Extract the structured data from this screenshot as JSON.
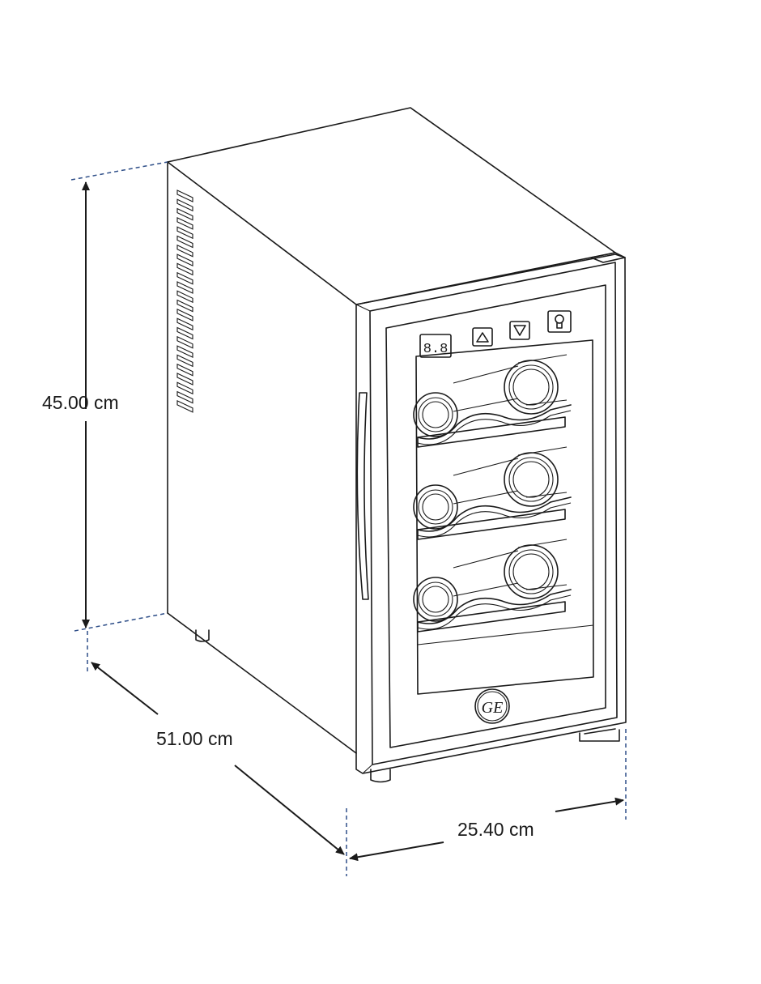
{
  "product": {
    "display_readout": "8.8",
    "logo_monogram": "GE",
    "control_icons": [
      "digital-display-icon",
      "arrow-up-icon",
      "arrow-down-icon",
      "light-bulb-icon"
    ],
    "bottle_rows": 3,
    "bottles_per_row": 2
  },
  "dimensions": {
    "height": "45.00 cm",
    "depth": "51.00 cm",
    "width": "25.40 cm"
  },
  "colors": {
    "line": "#1a1a1a",
    "dimension_dash": "#2e4e88",
    "background": "#ffffff"
  }
}
